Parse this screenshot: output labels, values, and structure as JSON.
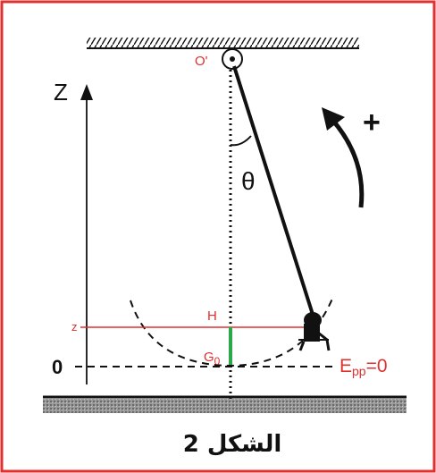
{
  "labels": {
    "pivot": "O'",
    "axis": "Z",
    "angle": "θ",
    "direction": "+",
    "h_point": "H",
    "z_level": "z",
    "g0_main": "G",
    "g0_sub": "0",
    "zero": "0",
    "epp_main": "E",
    "epp_sub": "pp",
    "epp_value": "=0",
    "caption": "الشكل 2"
  },
  "colors": {
    "border": "#e03030",
    "label_red": "#e03030",
    "ink": "#111111",
    "segment": "#2aa84a"
  }
}
